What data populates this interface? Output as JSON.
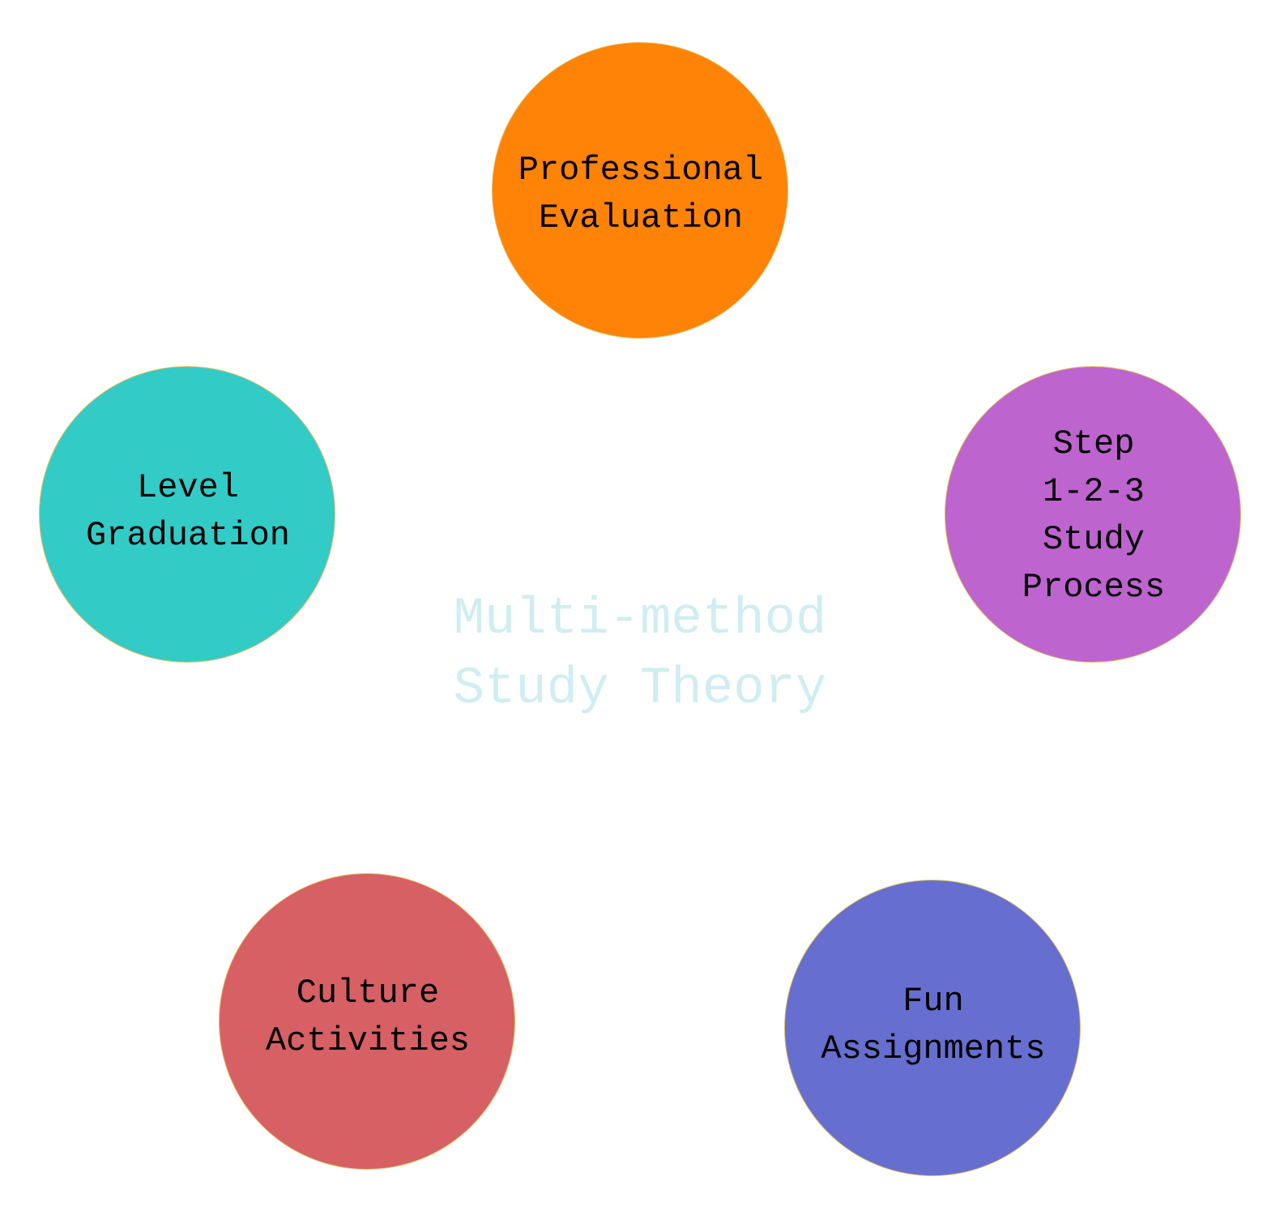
{
  "center": {
    "title": "Multi-method\nStudy Theory",
    "color": "#d0eef2"
  },
  "nodes": [
    {
      "id": "professional",
      "label": "Professional\nEvaluation",
      "color": "#ff8307"
    },
    {
      "id": "step",
      "label": "Step\n1-2-3\nStudy\nProcess",
      "color": "#bd64cf"
    },
    {
      "id": "level",
      "label": "Level\nGraduation",
      "color": "#33cbc6"
    },
    {
      "id": "culture",
      "label": "Culture\nActivities",
      "color": "#d76064"
    },
    {
      "id": "fun",
      "label": "Fun\nAssignments",
      "color": "#666fcf"
    }
  ]
}
